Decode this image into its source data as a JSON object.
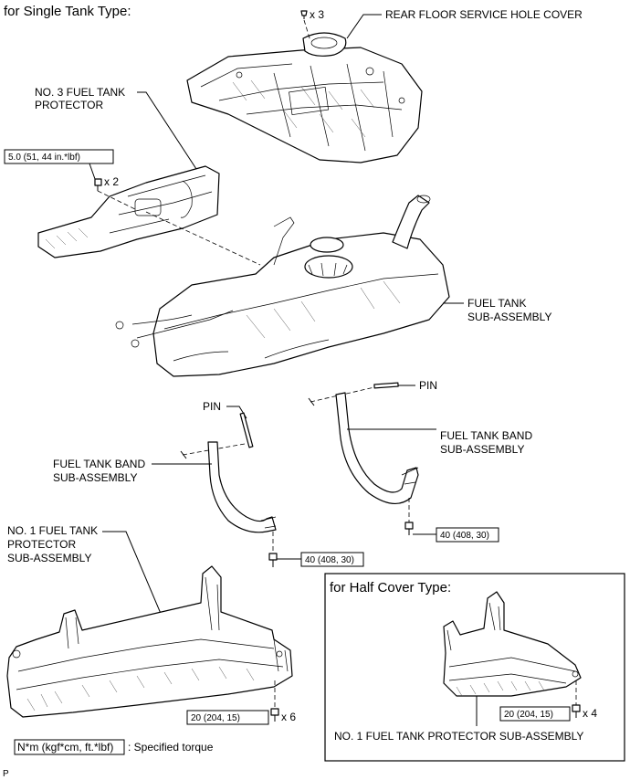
{
  "headers": {
    "single_tank": "for Single Tank Type:",
    "half_cover": "for Half Cover Type:"
  },
  "labels": {
    "rear_floor_cover": "REAR FLOOR SERVICE HOLE COVER",
    "no3_protector_line1": "NO. 3 FUEL TANK",
    "no3_protector_line2": "PROTECTOR",
    "fuel_tank_line1": "FUEL TANK",
    "fuel_tank_line2": "SUB-ASSEMBLY",
    "pin_left": "PIN",
    "pin_right": "PIN",
    "band_left_line1": "FUEL TANK BAND",
    "band_left_line2": "SUB-ASSEMBLY",
    "band_right_line1": "FUEL TANK BAND",
    "band_right_line2": "SUB-ASSEMBLY",
    "no1_protector_line1": "NO. 1 FUEL TANK",
    "no1_protector_line2": "PROTECTOR",
    "no1_protector_line3": "SUB-ASSEMBLY",
    "no1_half_cover": "NO. 1 FUEL TANK PROTECTOR SUB-ASSEMBLY"
  },
  "torques": {
    "no3_bolts": "5.0 (51, 44 in.*lbf)",
    "band_right": "40 (408, 30)",
    "band_left": "40 (408, 30)",
    "no1_bolts": "20 (204, 15)",
    "half_cover_bolts": "20 (204, 15)"
  },
  "quantities": {
    "cover_clips": "x 3",
    "no3_bolts": "x 2",
    "no1_bolts": "x 6",
    "half_cover_bolts": "x 4"
  },
  "legend": {
    "unit_box": "N*m (kgf*cm, ft.*lbf)",
    "description": ": Specified torque"
  },
  "corner_mark": "P"
}
